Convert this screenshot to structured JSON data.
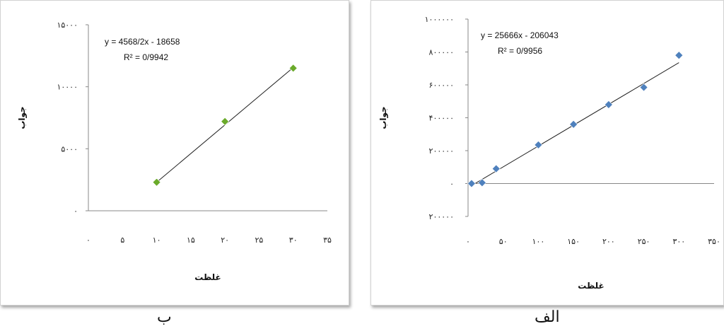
{
  "chart_data": [
    {
      "type": "scatter",
      "caption": "ب",
      "xlabel": "غلظت",
      "ylabel": "جواب",
      "xlim": [
        0,
        35
      ],
      "ylim": [
        0,
        15000
      ],
      "x_ticks": [
        0,
        5,
        10,
        15,
        20,
        25,
        30,
        35
      ],
      "x_tick_labels": [
        "۰",
        "۵",
        "۱۰",
        "۱۵",
        "۲۰",
        "۲۵",
        "۳۰",
        "۳۵"
      ],
      "y_ticks": [
        0,
        5000,
        10000,
        15000
      ],
      "y_tick_labels": [
        "۰",
        "۵۰۰۰",
        "۱۰۰۰۰",
        "۱۵۰۰۰"
      ],
      "grid": false,
      "marker_color": "#6aaa2a",
      "line_color": "#222222",
      "series": [
        {
          "x": [
            10,
            20,
            30
          ],
          "y": [
            2300,
            7200,
            11500
          ]
        }
      ],
      "trendline": {
        "x": [
          10,
          30
        ],
        "y": [
          2300,
          11550
        ]
      },
      "annotations": [
        "y = 4568/2x - 18658",
        "R² = 0/9942"
      ]
    },
    {
      "type": "scatter",
      "caption": "الف",
      "xlabel": "غلظت",
      "ylabel": "جواب",
      "xlim": [
        0,
        350
      ],
      "ylim": [
        -200000,
        1000000
      ],
      "x_ticks": [
        0,
        50,
        100,
        150,
        200,
        250,
        300,
        350
      ],
      "x_tick_labels": [
        "۰",
        "۵۰",
        "۱۰۰",
        "۱۵۰",
        "۲۰۰",
        "۲۵۰",
        "۳۰۰",
        "۳۵۰"
      ],
      "y_ticks": [
        -200000,
        0,
        200000,
        400000,
        600000,
        800000,
        1000000
      ],
      "y_tick_labels": [
        "۲۰۰۰۰۰",
        "۰",
        "۲۰۰۰۰۰",
        "۴۰۰۰۰۰",
        "۶۰۰۰۰۰",
        "۸۰۰۰۰۰",
        "۱۰۰۰۰۰۰"
      ],
      "grid": false,
      "marker_color": "#4f81bd",
      "line_color": "#222222",
      "series": [
        {
          "x": [
            5,
            20,
            40,
            100,
            150,
            200,
            250,
            300
          ],
          "y": [
            0,
            5000,
            90000,
            235000,
            360000,
            480000,
            585000,
            780000
          ]
        }
      ],
      "trendline": {
        "x": [
          8,
          300
        ],
        "y": [
          -5000,
          735000
        ]
      },
      "annotations": [
        "y = 25666x - 206043",
        "R² = 0/9956"
      ]
    }
  ]
}
